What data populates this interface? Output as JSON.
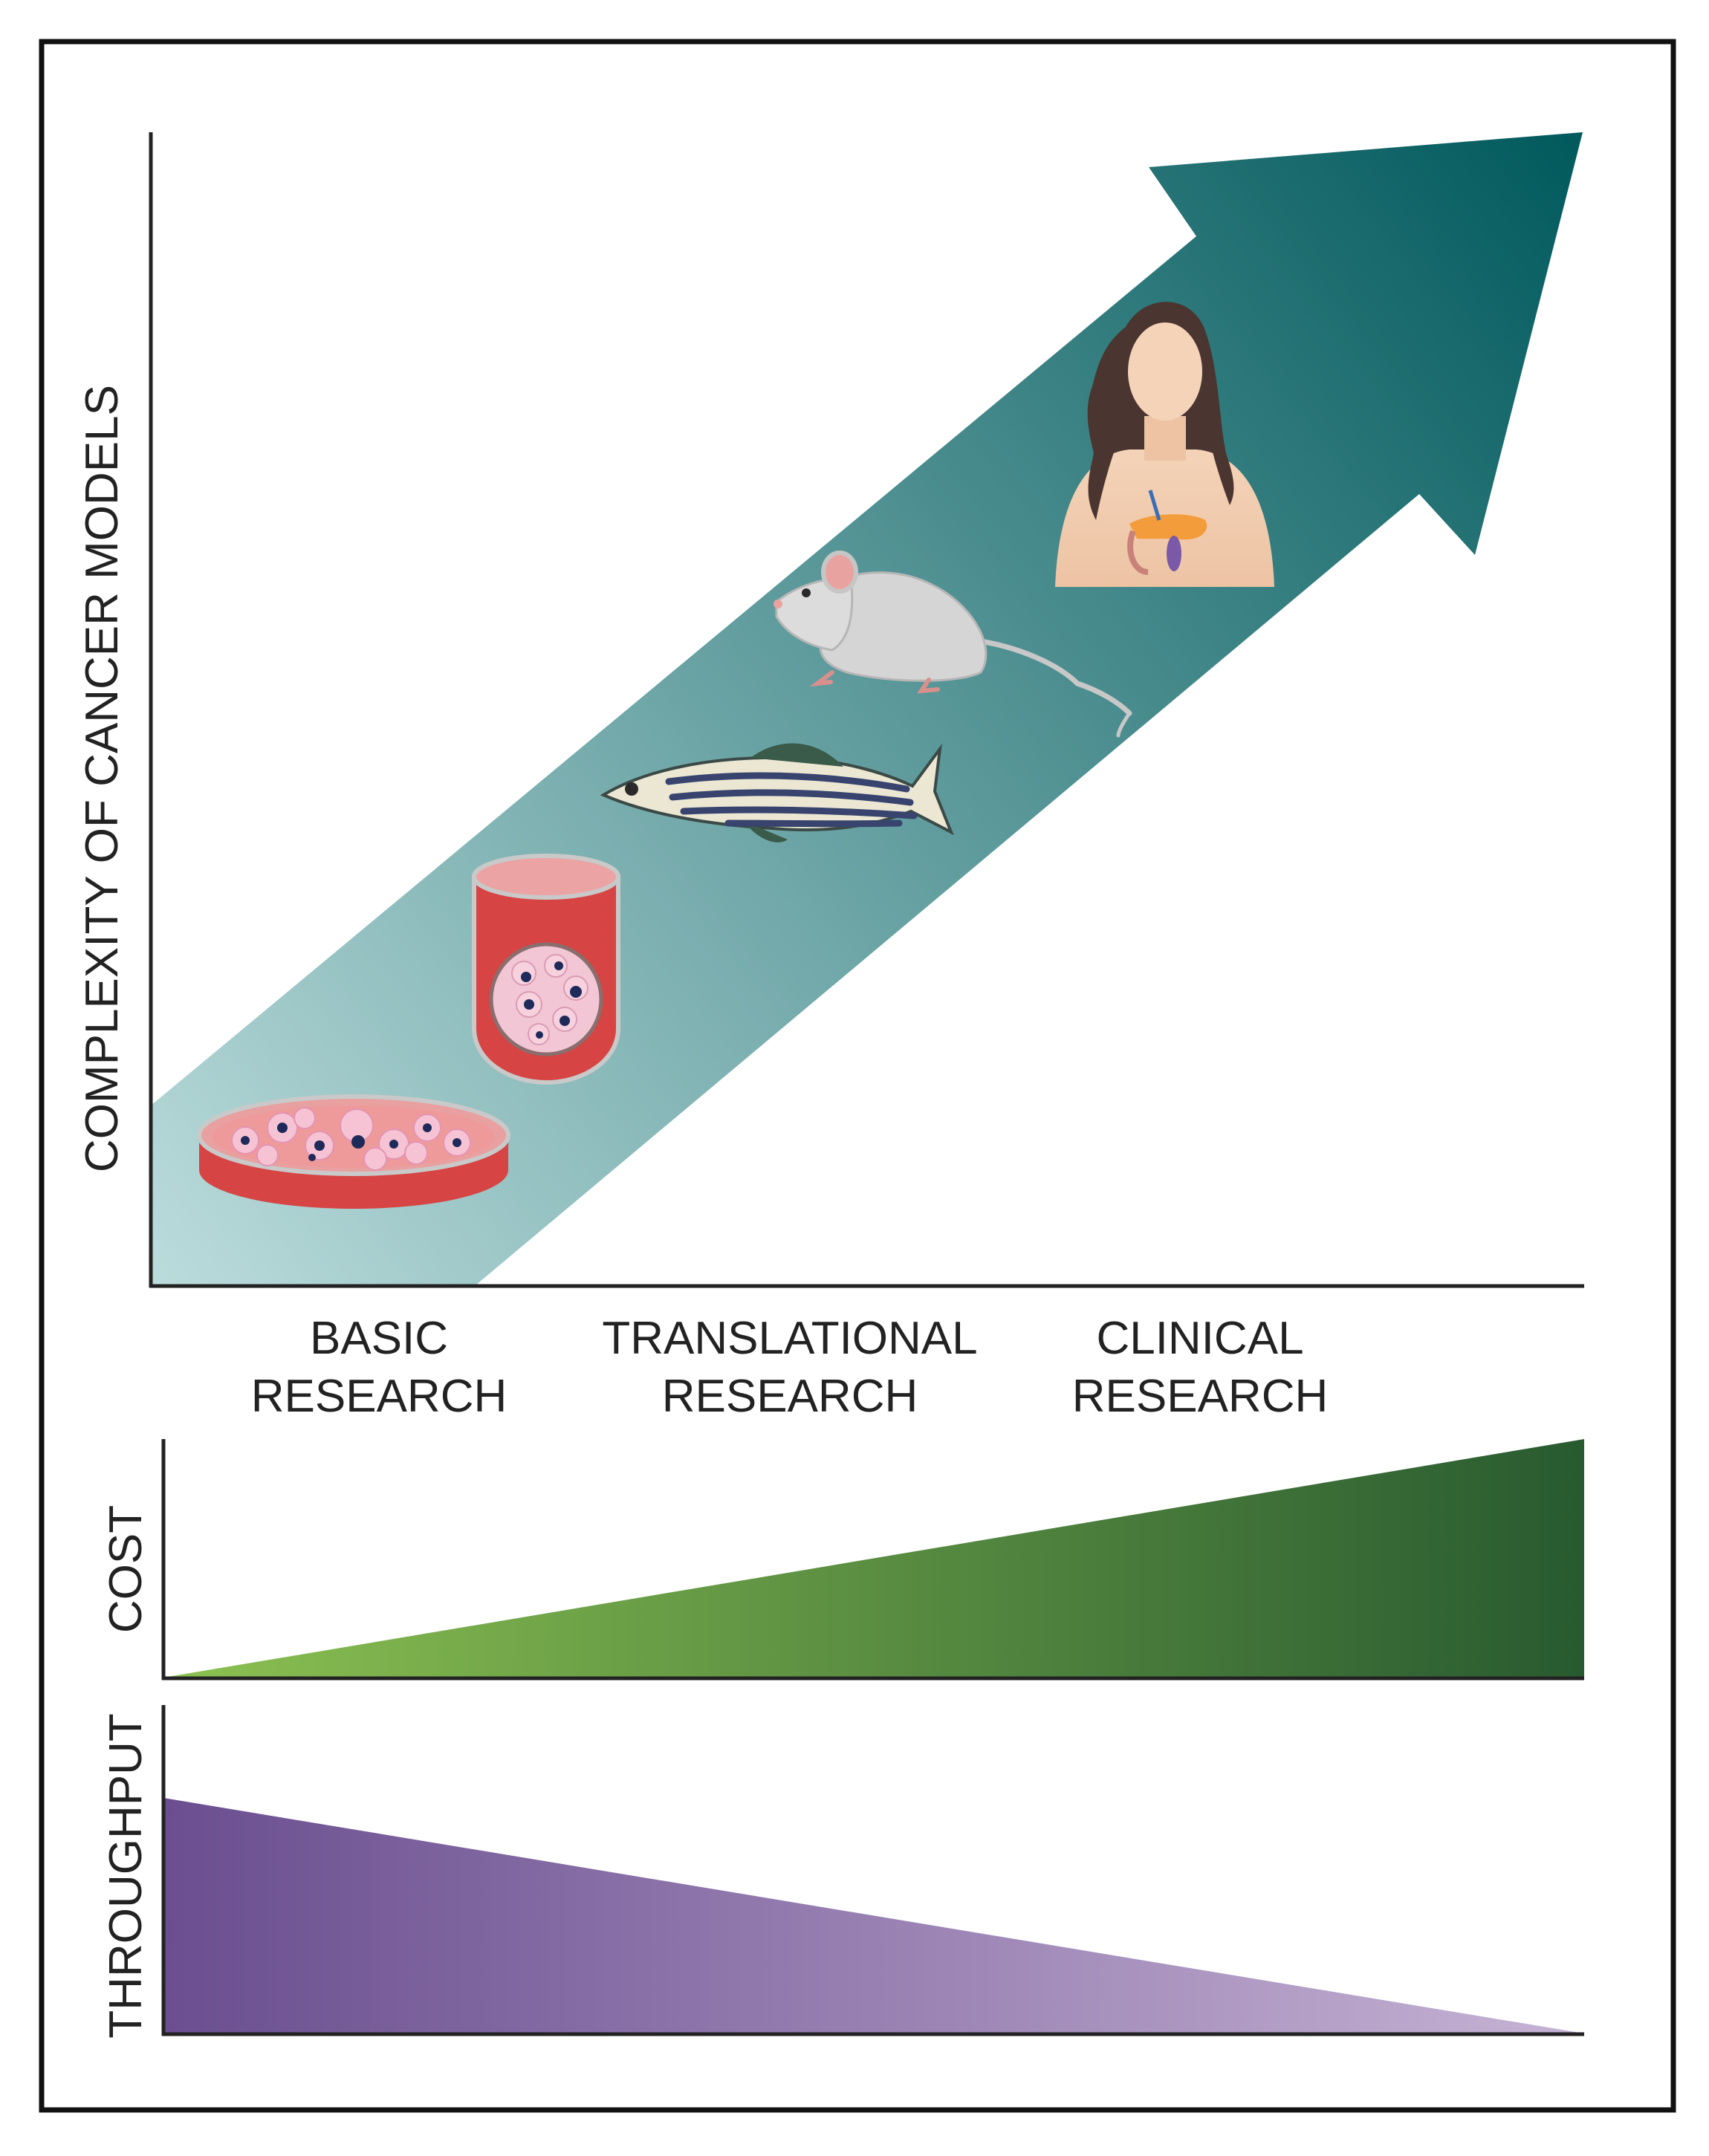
{
  "y_axis_label": "COMPLEXITY OF CANCER MODELS",
  "stages": [
    {
      "line1": "BASIC",
      "line2": "RESEARCH"
    },
    {
      "line1": "TRANSLATIONAL",
      "line2": "RESEARCH"
    },
    {
      "line1": "CLINICAL",
      "line2": "RESEARCH"
    }
  ],
  "models": [
    {
      "name": "cell-culture-dish-icon"
    },
    {
      "name": "organoid-tube-icon"
    },
    {
      "name": "zebrafish-icon"
    },
    {
      "name": "mouse-icon"
    },
    {
      "name": "human-patient-icon"
    }
  ],
  "cost": {
    "label": "COST",
    "trend": "increasing",
    "color_start": "#8cc152",
    "color_end": "#285a30"
  },
  "throughput": {
    "label": "THROUGHPUT",
    "trend": "decreasing",
    "color_start": "#6a4e90",
    "color_end": "#c6b3d4"
  },
  "colors": {
    "arrow_start": "#bcdcdc",
    "arrow_end": "#00595c",
    "frame": "#111111",
    "axis": "#222222"
  }
}
